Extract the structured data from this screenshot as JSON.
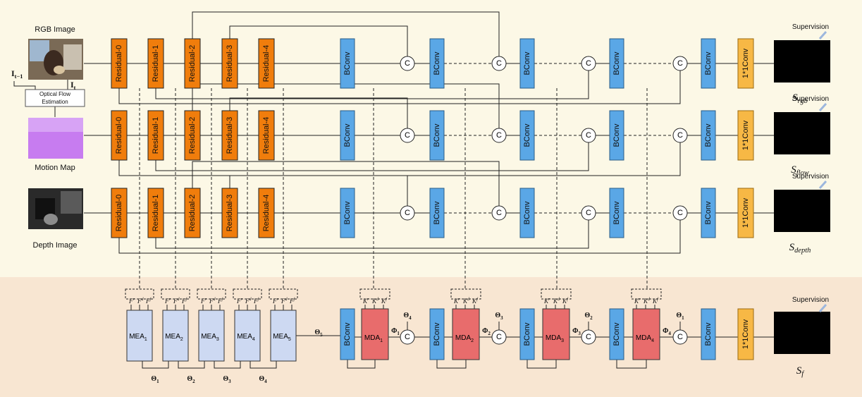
{
  "streams": [
    {
      "input_label": "RGB Image",
      "output_label": "S",
      "output_sub": "rgb"
    },
    {
      "input_label": "Motion Map",
      "output_label": "S",
      "output_sub": "flow"
    },
    {
      "input_label": "Depth Image",
      "output_label": "S",
      "output_sub": "depth"
    }
  ],
  "residual_labels": [
    "Residual-0",
    "Residual-1",
    "Residual-2",
    "Residual-3",
    "Residual-4"
  ],
  "bconv_label": "BConv",
  "concat_label": "C",
  "conv11_label": "1*1Conv",
  "supervision_label": "Supervision",
  "optical_flow": {
    "line1": "Optical Flow",
    "line2": "Estimation",
    "prev_frame": "I",
    "prev_sub": "t−1",
    "cur_frame": "I",
    "cur_sub": "t"
  },
  "mea_labels": [
    "MEA",
    "MEA",
    "MEA",
    "MEA",
    "MEA"
  ],
  "mea_subs": [
    "1",
    "2",
    "3",
    "4",
    "5"
  ],
  "mda_labels": [
    "MDA",
    "MDA",
    "MDA",
    "MDA"
  ],
  "mda_subs": [
    "1",
    "2",
    "3",
    "4"
  ],
  "mea_feature_letter": "F",
  "mda_feature_letter": "K",
  "feature_sups": [
    "r",
    "d",
    "f"
  ],
  "theta_letter": "Θ",
  "phi_letter": "Φ",
  "final_output": {
    "label": "S",
    "sub": "f"
  },
  "colors": {
    "top_background": "#fcf8e6",
    "bottom_background": "#f8e6d2",
    "residual": "#f07d0c",
    "bconv": "#5aa7e6",
    "conv11": "#f7b845",
    "mea": "#cdd9f2",
    "mda": "#e86c6c",
    "arrow": "#222222",
    "supervision_arrow": "#9db7dd"
  }
}
